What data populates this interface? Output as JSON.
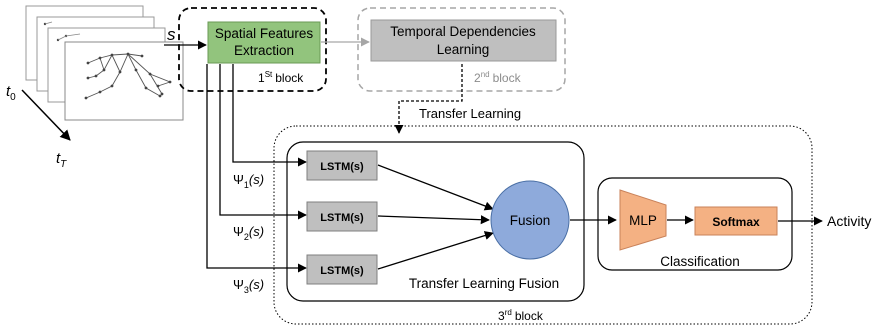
{
  "input": {
    "s_label": "s",
    "t0_main": "t",
    "t0_sub": "0",
    "tT_main": "t",
    "tT_sub": "T"
  },
  "blocks": {
    "spatial": {
      "line1": "Spatial Features",
      "line2": "Extraction"
    },
    "temporal": {
      "line1": "Temporal Dependencies",
      "line2": "Learning"
    },
    "block1": {
      "num": "1",
      "sup": "St",
      "word": "block"
    },
    "block2": {
      "num": "2",
      "sup": "nd",
      "word": "block"
    },
    "block3": {
      "num": "3",
      "sup": "rd",
      "word": "block"
    }
  },
  "transfer_learning_label": "Transfer Learning",
  "fusion_group": {
    "lstm_label": "LSTM(s)",
    "fusion_label": "Fusion",
    "title": "Transfer Learning Fusion"
  },
  "psi": [
    {
      "symbol": "Ψ",
      "sub": "1",
      "arg": "(s)"
    },
    {
      "symbol": "Ψ",
      "sub": "2",
      "arg": "(s)"
    },
    {
      "symbol": "Ψ",
      "sub": "3",
      "arg": "(s)"
    }
  ],
  "classification": {
    "mlp_label": "MLP",
    "softmax_label": "Softmax",
    "title": "Classification"
  },
  "output_label": "Activity",
  "colors": {
    "spatial_fill": "#92c47d",
    "temporal_fill": "#bfbfbf",
    "lstm_fill": "#bfbfbf",
    "fusion_fill": "#8eaadb",
    "mlp_fill": "#f4b183",
    "softmax_fill": "#f4b183",
    "temporal_stroke": "#a6a6a6"
  }
}
